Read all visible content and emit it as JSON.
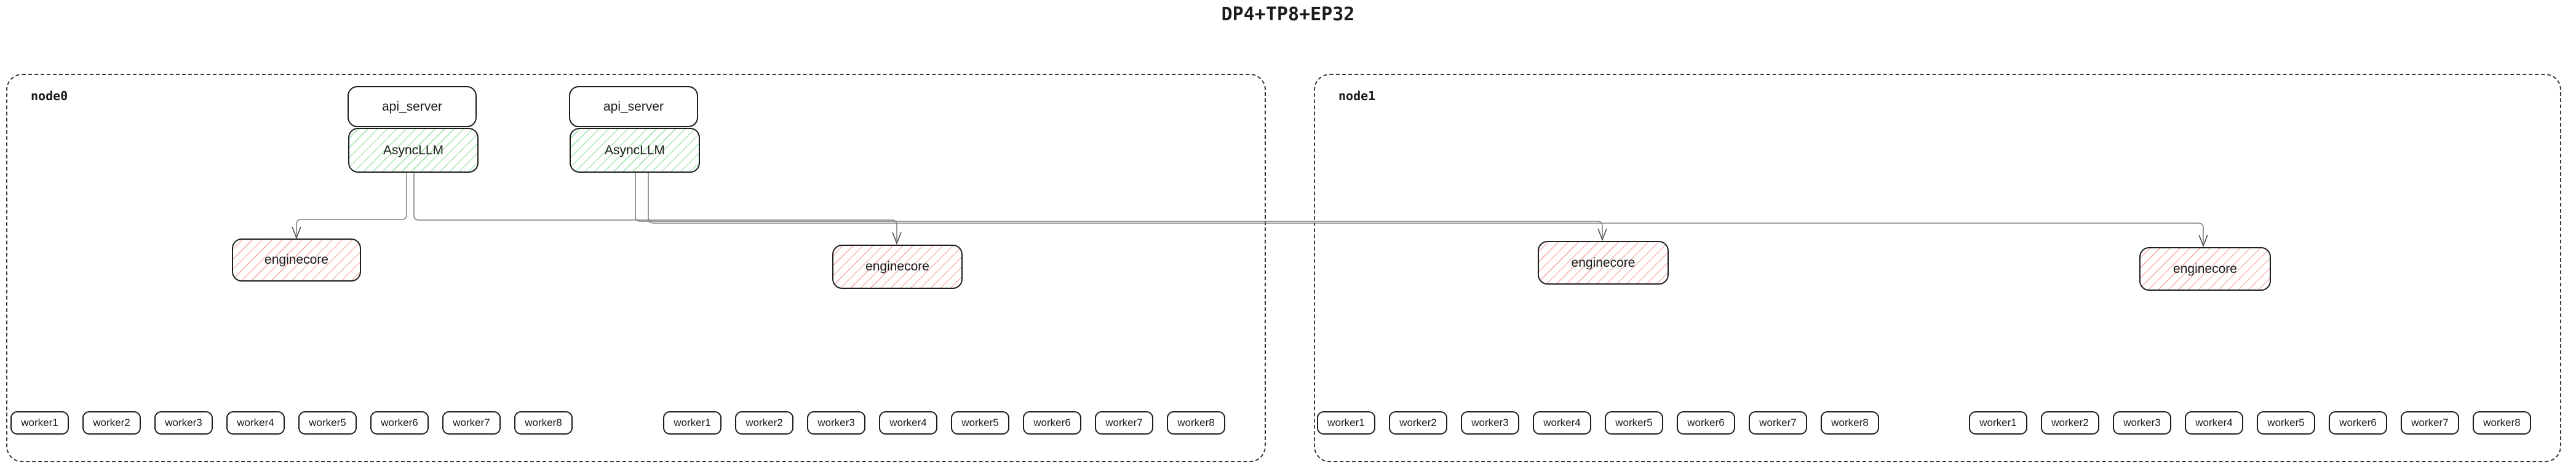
{
  "title": "DP4+TP8+EP32",
  "colors": {
    "green_hatch": "#a9e5b2",
    "red_hatch": "#f5b8b3",
    "box_border": "#1d1d1d",
    "connector": "#808080",
    "node_border": "#3a3a3a"
  },
  "nodes": [
    {
      "label": "node0",
      "api_servers": [
        {
          "label": "api_server"
        },
        {
          "label": "api_server"
        }
      ],
      "asyncllms": [
        {
          "label": "AsyncLLM"
        },
        {
          "label": "AsyncLLM"
        }
      ],
      "enginecores": [
        {
          "label": "enginecore"
        },
        {
          "label": "enginecore"
        }
      ],
      "worker_groups": [
        [
          "worker1",
          "worker2",
          "worker3",
          "worker4",
          "worker5",
          "worker6",
          "worker7",
          "worker8"
        ],
        [
          "worker1",
          "worker2",
          "worker3",
          "worker4",
          "worker5",
          "worker6",
          "worker7",
          "worker8"
        ]
      ]
    },
    {
      "label": "node1",
      "api_servers": [],
      "asyncllms": [],
      "enginecores": [
        {
          "label": "enginecore"
        },
        {
          "label": "enginecore"
        }
      ],
      "worker_groups": [
        [
          "worker1",
          "worker2",
          "worker3",
          "worker4",
          "worker5",
          "worker6",
          "worker7",
          "worker8"
        ],
        [
          "worker1",
          "worker2",
          "worker3",
          "worker4",
          "worker5",
          "worker6",
          "worker7",
          "worker8"
        ]
      ]
    }
  ]
}
